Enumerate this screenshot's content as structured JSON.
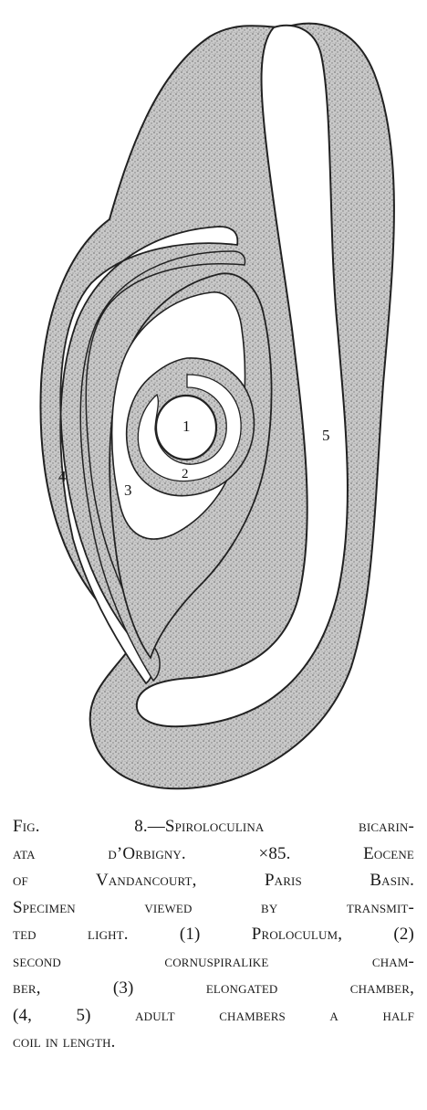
{
  "figure": {
    "labels": {
      "c1": "1",
      "c2": "2",
      "c3": "3",
      "c4": "4",
      "c5": "5"
    }
  },
  "caption": {
    "lines": [
      "Fig. 8.—Spiroloculina bicarin-",
      "ata d’Orbigny. ×85. Eocene",
      "of Vandancourt, Paris Basin.",
      "Specimen viewed by transmit-",
      "ted light. (1) Proloculum, (2)",
      "second cornuspiralike cham-",
      "ber, (3) elongated chamber,",
      "(4, 5) adult chambers a half",
      "coil in length."
    ]
  }
}
